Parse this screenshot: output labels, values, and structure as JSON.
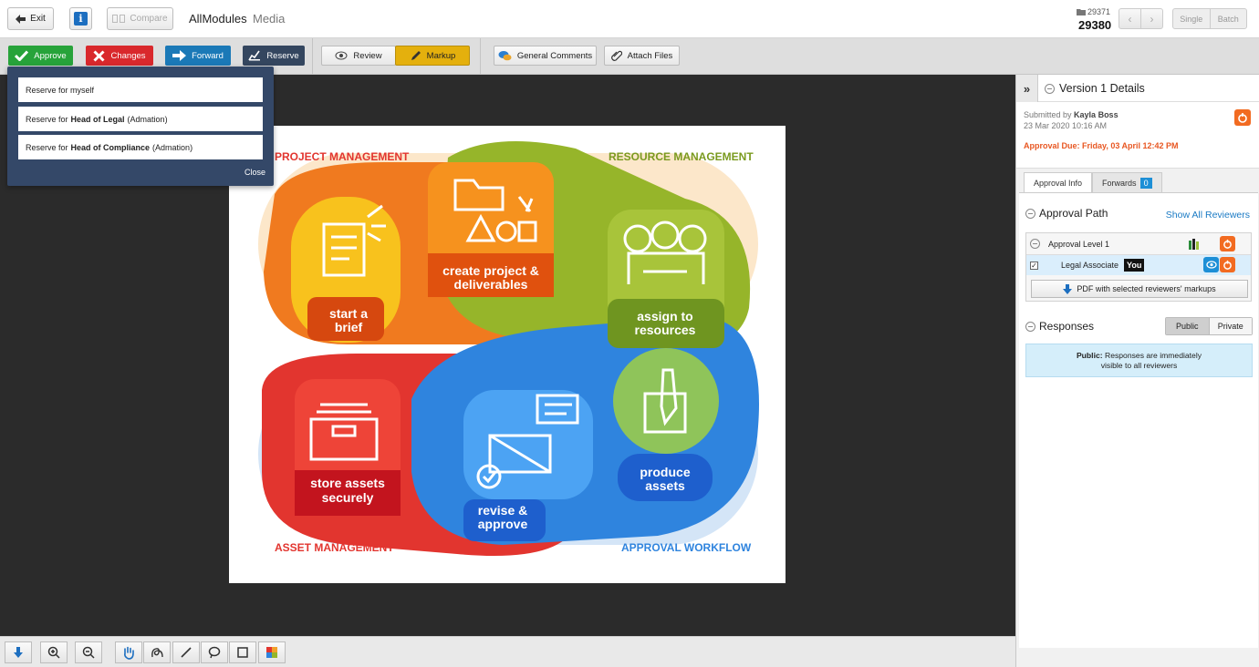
{
  "topbar": {
    "exit_label": "Exit",
    "compare_label": "Compare",
    "app_title": "AllModules",
    "app_subtitle": "Media",
    "version_small": "29371",
    "version_big": "29380",
    "view_single": "Single",
    "view_batch": "Batch"
  },
  "actions": {
    "approve": "Approve",
    "changes": "Changes",
    "forward": "Forward",
    "reserve": "Reserve",
    "review": "Review",
    "markup": "Markup",
    "general_comments": "General Comments",
    "attach_files": "Attach Files"
  },
  "reserve_menu": {
    "items": [
      {
        "prefix": "Reserve for myself",
        "bold": "",
        "suffix": ""
      },
      {
        "prefix": "Reserve for",
        "bold": "Head of Legal",
        "suffix": "(Admation)"
      },
      {
        "prefix": "Reserve for",
        "bold": "Head of Compliance",
        "suffix": "(Admation)"
      }
    ],
    "close": "Close"
  },
  "artwork": {
    "headings": {
      "project": "PROJECT MANAGEMENT",
      "resource": "RESOURCE MANAGEMENT",
      "asset": "ASSET MANAGEMENT",
      "approval": "APPROVAL WORKFLOW"
    },
    "steps": {
      "brief_1": "start a",
      "brief_2": "brief",
      "create_1": "create project &",
      "create_2": "deliverables",
      "assign_1": "assign to",
      "assign_2": "resources",
      "store_1": "store assets",
      "store_2": "securely",
      "revise_1": "revise &",
      "revise_2": "approve",
      "produce_1": "produce",
      "produce_2": "assets"
    }
  },
  "panel": {
    "title": "Version 1 Details",
    "submitted_prefix": "Submitted by",
    "submitted_by": "Kayla Boss",
    "submitted_date": "23 Mar 2020 10:16 AM",
    "approval_due": "Approval Due: Friday, 03 April 12:42 PM",
    "tab_approval_info": "Approval Info",
    "tab_forwards": "Forwards",
    "forwards_count": "0",
    "approval_path_title": "Approval Path",
    "show_all_reviewers": "Show All Reviewers",
    "approval_level": "Approval Level 1",
    "reviewer": "Legal Associate",
    "you_badge": "You",
    "pdf_button": "PDF with selected reviewers' markups",
    "responses_title": "Responses",
    "public": "Public",
    "private": "Private",
    "note_bold": "Public:",
    "note_line1": "Responses are immediately",
    "note_line2": "visible to all reviewers"
  },
  "colors": {
    "approve": "#27a33a",
    "changes": "#d9282c",
    "forward": "#1b79b7",
    "reserve": "#34465f",
    "markup": "#e4b00d",
    "orange": "#f26b21",
    "green": "#8fb12c",
    "blue": "#2a7fd9"
  }
}
